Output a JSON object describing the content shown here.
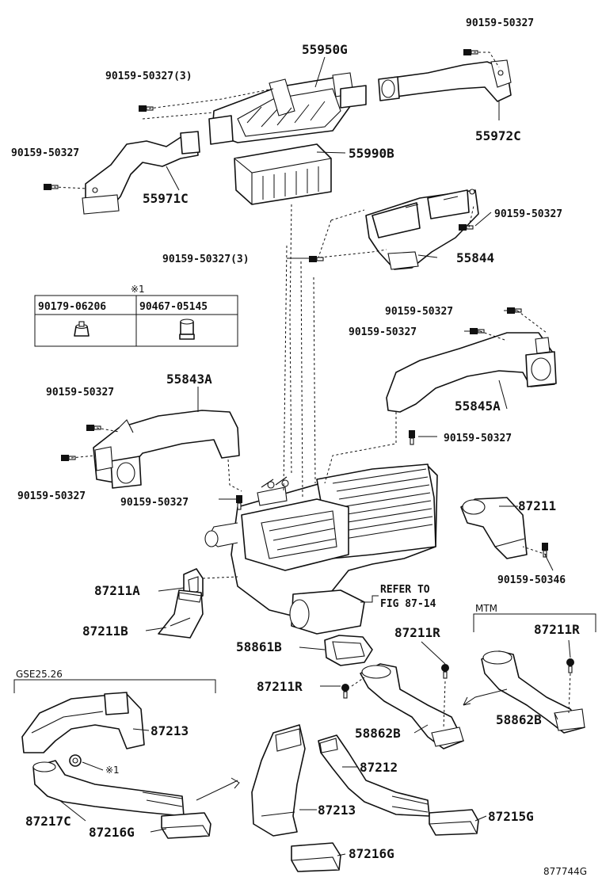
{
  "diagram_id": "877744G",
  "labels": {
    "p55950G": "55950G",
    "p55972C": "55972C",
    "p55990B": "55990B",
    "p55971C": "55971C",
    "p55844": "55844",
    "p55843A": "55843A",
    "p55845A": "55845A",
    "p87211": "87211",
    "p87211A": "87211A",
    "p87211B": "87211B",
    "p58861B": "58861B",
    "p87211R_center": "87211R",
    "p87211R_left": "87211R",
    "p87211R_mtm": "87211R",
    "p58862B_center": "58862B",
    "p58862B_mtm": "58862B",
    "p87213_top": "87213",
    "p87213_bottom": "87213",
    "p87217C": "87217C",
    "p87216G_left": "87216G",
    "p87216G_bottom": "87216G",
    "p87212": "87212",
    "p87215G": "87215G",
    "bolt_top_right": "90159-50327",
    "bolt_top_left": "90159-50327(3)",
    "bolt_left_mid": "90159-50327",
    "bolt_right_55844": "90159-50327",
    "bolt_55844_3": "90159-50327(3)",
    "bolt_55845A_a": "90159-50327",
    "bolt_55845A_b": "90159-50327",
    "bolt_55843A_top": "90159-50327",
    "bolt_55843A_bottom": "90159-50327",
    "bolt_center": "90159-50327",
    "bolt_55845A_below": "90159-50327",
    "bolt_87211": "90159-50346",
    "refer_line1": "REFER TO",
    "refer_line2": "FIG 87-14",
    "mtm": "MTM",
    "gse": "GSE25.26",
    "note_mark_table": "※1",
    "note_mark_bottom": "※1"
  },
  "table": {
    "col1": "90179-06206",
    "col2": "90467-05145"
  }
}
